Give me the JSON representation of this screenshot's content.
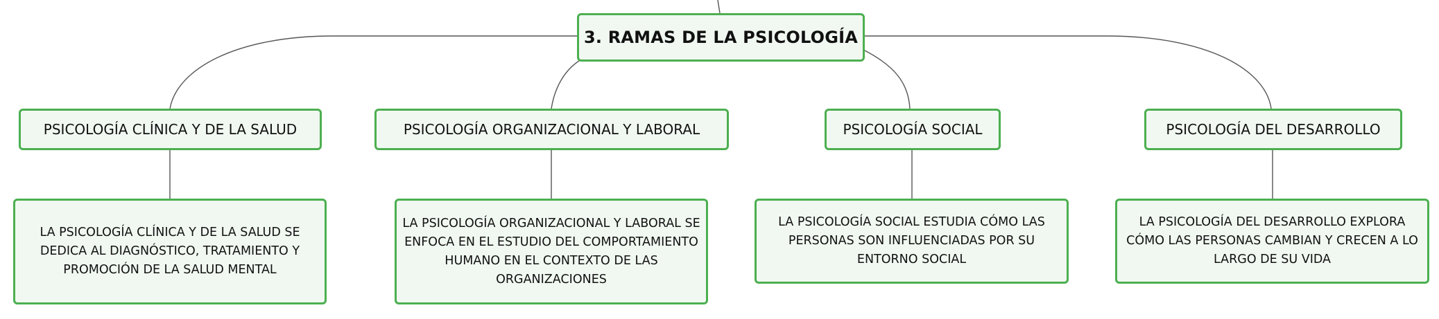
{
  "diagram": {
    "root": {
      "label": "3. RAMAS DE LA PSICOLOGÍA"
    },
    "branches": [
      {
        "label": "PSICOLOGÍA CLÍNICA Y DE LA SALUD",
        "description": "LA PSICOLOGÍA CLÍNICA Y DE LA SALUD SE DEDICA AL DIAGNÓSTICO, TRATAMIENTO Y PROMOCIÓN DE LA SALUD MENTAL"
      },
      {
        "label": "PSICOLOGÍA ORGANIZACIONAL Y LABORAL",
        "description": "LA PSICOLOGÍA ORGANIZACIONAL Y LABORAL SE ENFOCA EN EL ESTUDIO DEL COMPORTAMIENTO HUMANO EN EL CONTEXTO DE LAS ORGANIZACIONES"
      },
      {
        "label": "PSICOLOGÍA SOCIAL",
        "description": "LA PSICOLOGÍA SOCIAL ESTUDIA CÓMO LAS PERSONAS SON INFLUENCIADAS POR SU ENTORNO SOCIAL"
      },
      {
        "label": "PSICOLOGÍA DEL DESARROLLO",
        "description": "LA PSICOLOGÍA DEL DESARROLLO EXPLORA CÓMO LAS PERSONAS CAMBIAN Y CRECEN A LO LARGO DE SU VIDA"
      }
    ],
    "colors": {
      "border": "#4caf50",
      "fill": "#f1f8f1",
      "connector": "#555555"
    }
  }
}
